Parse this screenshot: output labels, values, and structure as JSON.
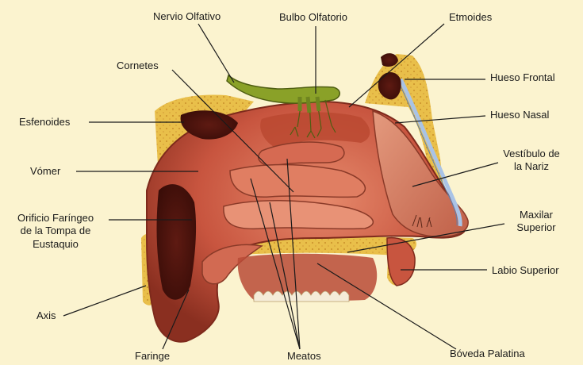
{
  "colors": {
    "background": "#fbf3cf",
    "tissue": "#c8553f",
    "tissue_dark": "#7e2a1c",
    "bone": "#e9bf4a",
    "olfactory": "#8aa128",
    "cartilage": "#a9c3e6"
  },
  "labels": {
    "nervio_olfativo": "Nervio Olfativo",
    "bulbo_olfatorio": "Bulbo Olfatorio",
    "etmoides": "Etmoides",
    "cornetes": "Cornetes",
    "hueso_frontal": "Hueso Frontal",
    "esfenoides": "Esfenoides",
    "hueso_nasal": "Hueso Nasal",
    "vomer": "Vómer",
    "vestibulo_1": "Vestíbulo de",
    "vestibulo_2": "la Nariz",
    "orificio_1": "Orificio Faríngeo",
    "orificio_2": "de la Tompa de",
    "orificio_3": "Eustaquio",
    "maxilar_1": "Maxilar",
    "maxilar_2": "Superior",
    "labio_superior": "Labio Superior",
    "axis": "Axis",
    "faringe": "Faringe",
    "meatos": "Meatos",
    "boveda_palatina": "Bóveda Palatina"
  }
}
